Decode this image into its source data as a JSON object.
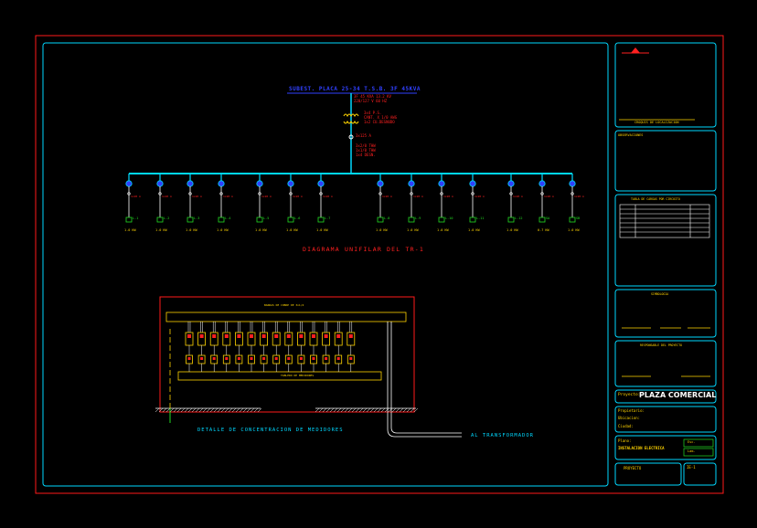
{
  "diagram": {
    "title": "DIAGRAMA UNIFILAR DEL TR-1",
    "header_line": "SUBEST. PLACA 25-34 T.S.B. 3F 45KVA",
    "transformer_notes": [
      "3F 45 KVA 13.2 KV",
      "220/127 V 60 HZ"
    ],
    "transformer_specs": [
      "3x4 P.S.",
      "CANT. X 1/0 AWG",
      "1x2 CU.DESNUDO"
    ],
    "main_breaker": "3x125 A",
    "bus_specs": [
      "3x2/0 THW",
      "1x1/0 THW",
      "1x4 DESN."
    ],
    "breaker_rating": "1x20 A",
    "circuits": [
      {
        "id": "L-1",
        "load": "1.0 KW"
      },
      {
        "id": "L-2",
        "load": "1.0 KW"
      },
      {
        "id": "L-3",
        "load": "1.0 KW"
      },
      {
        "id": "L-4",
        "load": "1.0 KW"
      },
      {
        "id": "L-5",
        "load": "1.0 KW"
      },
      {
        "id": "L-6",
        "load": "1.0 KW"
      },
      {
        "id": "L-7",
        "load": "1.0 KW"
      },
      {
        "id": "L-8",
        "load": "1.0 KW"
      },
      {
        "id": "L-9",
        "load": "1.0 KW"
      },
      {
        "id": "L-10",
        "load": "1.0 KW"
      },
      {
        "id": "L-11",
        "load": "1.0 KW"
      },
      {
        "id": "L-12",
        "load": "1.0 KW"
      },
      {
        "id": "SA",
        "load": "0.7 KW"
      },
      {
        "id": "SB",
        "load": "1.0 KW"
      }
    ],
    "meter_detail_title": "DETALLE DE CONCENTRACION DE MEDIDORES",
    "meter_top_label": "BARRAS DE COBRE DE 3x1/4",
    "meter_bottom_label": "TABLERO DE MEDIDORES",
    "transformer_note": "AL TRANSFORMADOR",
    "meter_count": 14
  },
  "title_block": {
    "location_label": "CROQUIS DE LOCALIZACION",
    "observations_label": "OBSERVACIONES",
    "table_label": "TABLA DE CARGAS POR CIRCUITO",
    "symbology_label": "SIMBOLOGIA",
    "signatures_label": "RESPONSABLE DEL PROYECTO",
    "project_label": "Proyecto:",
    "project_name": "PLAZA COMERCIAL",
    "owner_label": "Propietario:",
    "ubicacion_label": "Ubicacion:",
    "ciudad_label": "Ciudad:",
    "plano_label": "Plano:",
    "plano_name": "INSTALACION ELECTRICA",
    "esc_label": "Esc.",
    "lamina_label": "Lam.",
    "proyecto_label": "PROYECTO",
    "sheet_label": "IE-1"
  },
  "colors": {
    "frame": "#ff1a1a",
    "inner": "#00d8ff",
    "bus": "#00d8ff",
    "label_red": "#ff2020",
    "label_yellow": "#ffd400",
    "title_blue": "#3040ff",
    "green": "#22dd22"
  }
}
